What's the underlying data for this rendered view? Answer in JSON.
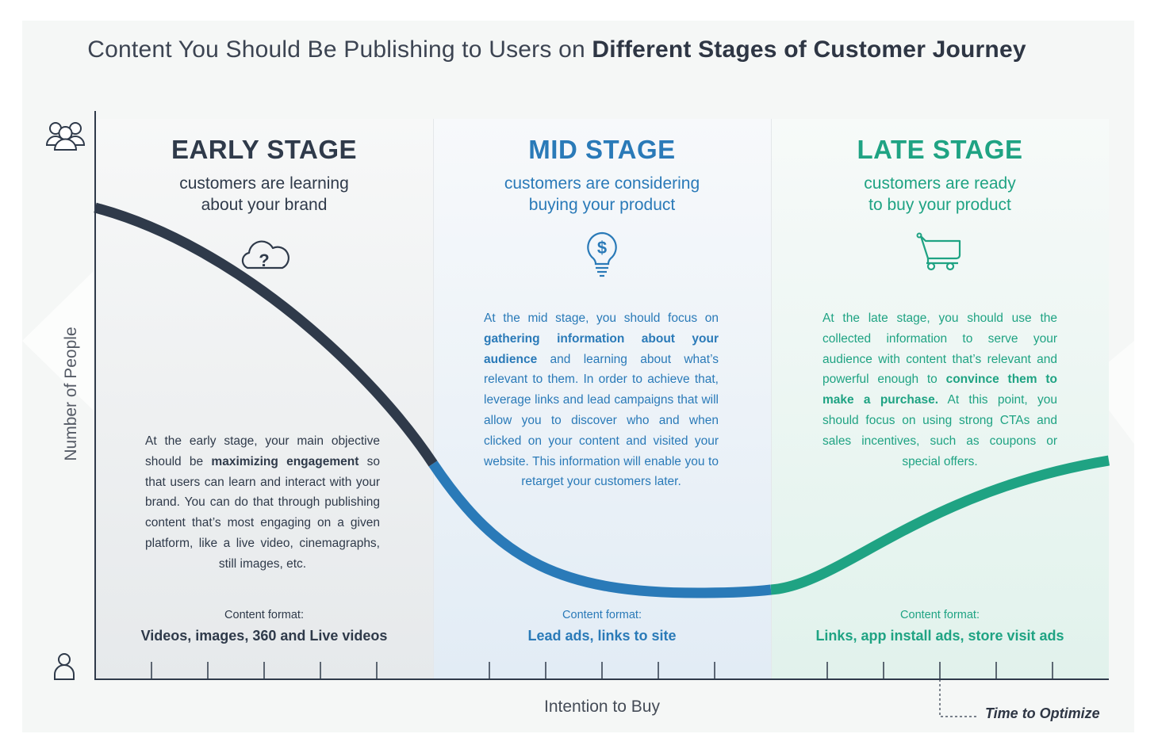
{
  "title": {
    "prefix": "Content You Should Be Publishing to Users on",
    "bold": "Different Stages of Customer Journey"
  },
  "axes": {
    "y_label": "Number of People",
    "x_label": "Intention to Buy",
    "marker_label": "Time to Optimize"
  },
  "icons": {
    "many_people": "group-people-icon",
    "single_person": "person-icon",
    "early": "cloud-question-icon",
    "mid": "lightbulb-dollar-icon",
    "late": "shopping-cart-icon"
  },
  "colors": {
    "early": "#2f3a4a",
    "mid": "#2a7ab8",
    "late": "#1fa383"
  },
  "stages": {
    "early": {
      "heading": "EARLY STAGE",
      "sub_line1": "customers are learning",
      "sub_line2": "about your brand",
      "desc_1": "At the early stage, your main objective should be",
      "desc_bold": "maximizing engagement",
      "desc_2": "so that users can learn and interact with your brand. You can do that through publishing content that’s most engaging on a given platform, like a live video, cinemagraphs, still images, etc.",
      "format_label": "Content format:",
      "format_value": "Videos, images, 360 and Live videos"
    },
    "mid": {
      "heading": "MID STAGE",
      "sub_line1": "customers are considering",
      "sub_line2": "buying your product",
      "desc_1": "At the mid stage, you should focus on",
      "desc_bold": "gathering information about your audience",
      "desc_2": "and learning about what’s relevant to them. In order to achieve that, leverage links and lead campaigns that will allow you to discover who and when clicked on your content and visited your website. This information will enable you to retarget your customers later.",
      "format_label": "Content format:",
      "format_value": "Lead ads, links to site"
    },
    "late": {
      "heading": "LATE STAGE",
      "sub_line1": "customers are ready",
      "sub_line2": "to buy your product",
      "desc_1": "At the late stage, you should use the collected information to serve your audience with content that’s relevant and powerful enough to",
      "desc_bold": "convince them to make a purchase.",
      "desc_2": "At this point, you should focus on using strong CTAs and sales incentives, such as coupons or special offers.",
      "format_label": "Content format:",
      "format_value": "Links, app install ads, store visit ads"
    }
  }
}
